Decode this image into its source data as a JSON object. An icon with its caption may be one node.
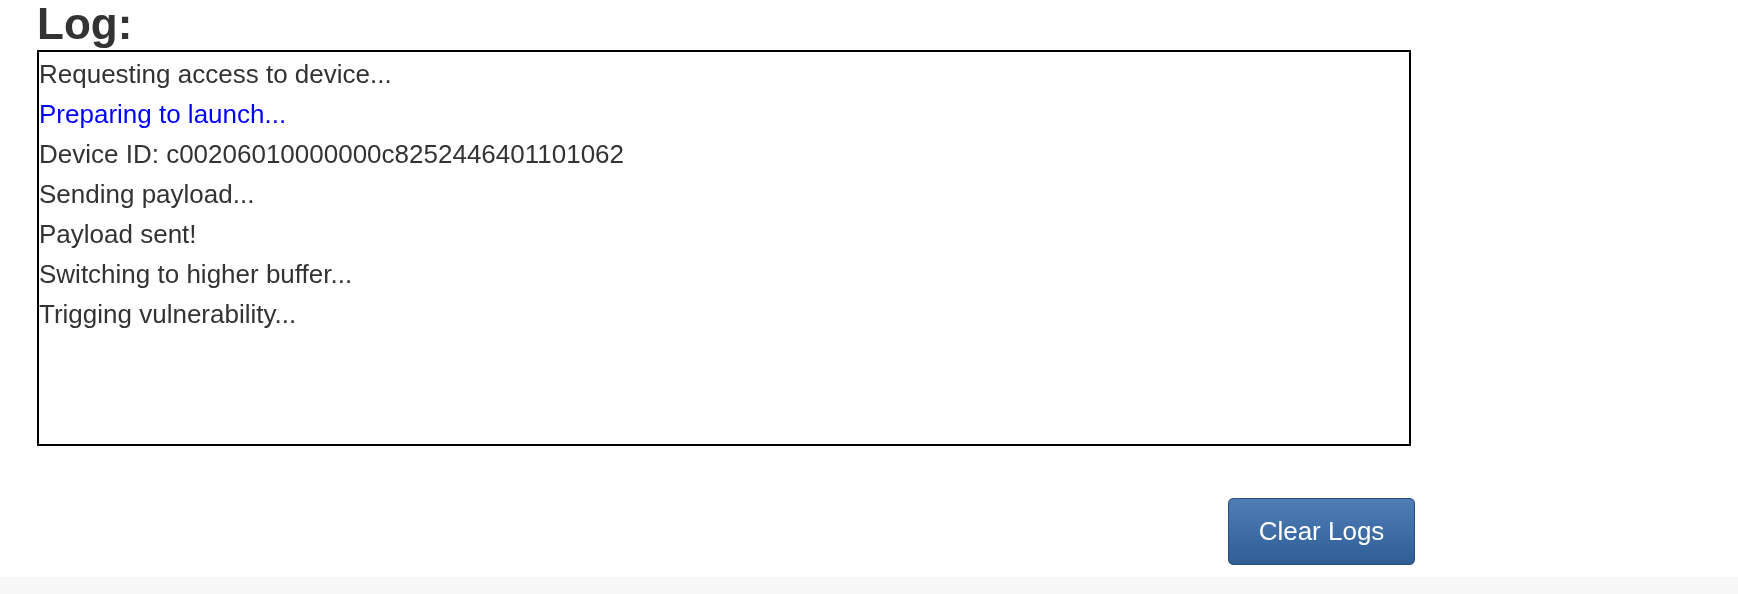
{
  "diagram": {
    "title": "Log:",
    "nodes": [
      {
        "text": [
          "Requesting access to device...",
          "Preparing to launch...",
          "Device ID: c00206010000000c8252446401101062",
          "Sending payload...",
          "Payload sent!",
          "Switching to higher buffer...",
          "Trigging vulnerability..."
        ]
      },
      {
        "text": [
          "Clear Logs"
        ]
      }
    ]
  }
}
